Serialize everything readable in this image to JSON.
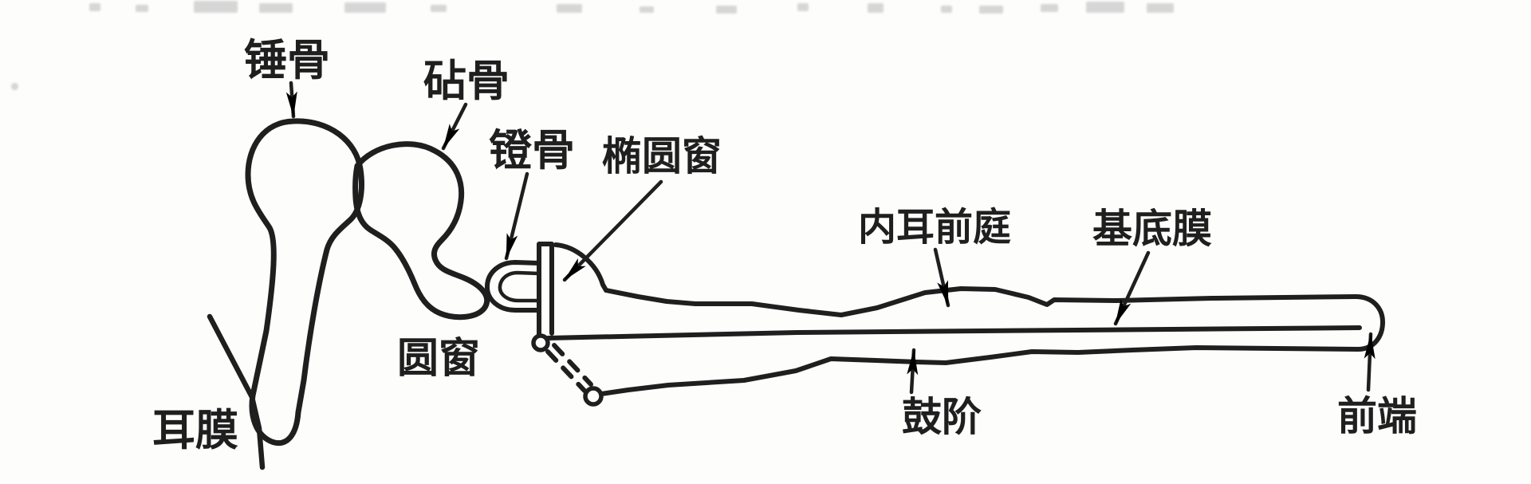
{
  "figure": {
    "kind": "hand-drawn anatomical line diagram",
    "subject_labels_total": 10
  },
  "labels": {
    "malleus": "锤骨",
    "incus": "砧骨",
    "stapes": "镫骨",
    "oval_window": "椭圆窗",
    "round_window": "圆窗",
    "eardrum": "耳膜",
    "vestibule": "内耳前庭",
    "basilar_membrane": "基底膜",
    "scala_tympani": "鼓阶",
    "apex": "前端"
  },
  "colors": {
    "ink": "#1f1f1f",
    "paper": "#fdfdfc",
    "artifact": "#b8b8b8"
  }
}
